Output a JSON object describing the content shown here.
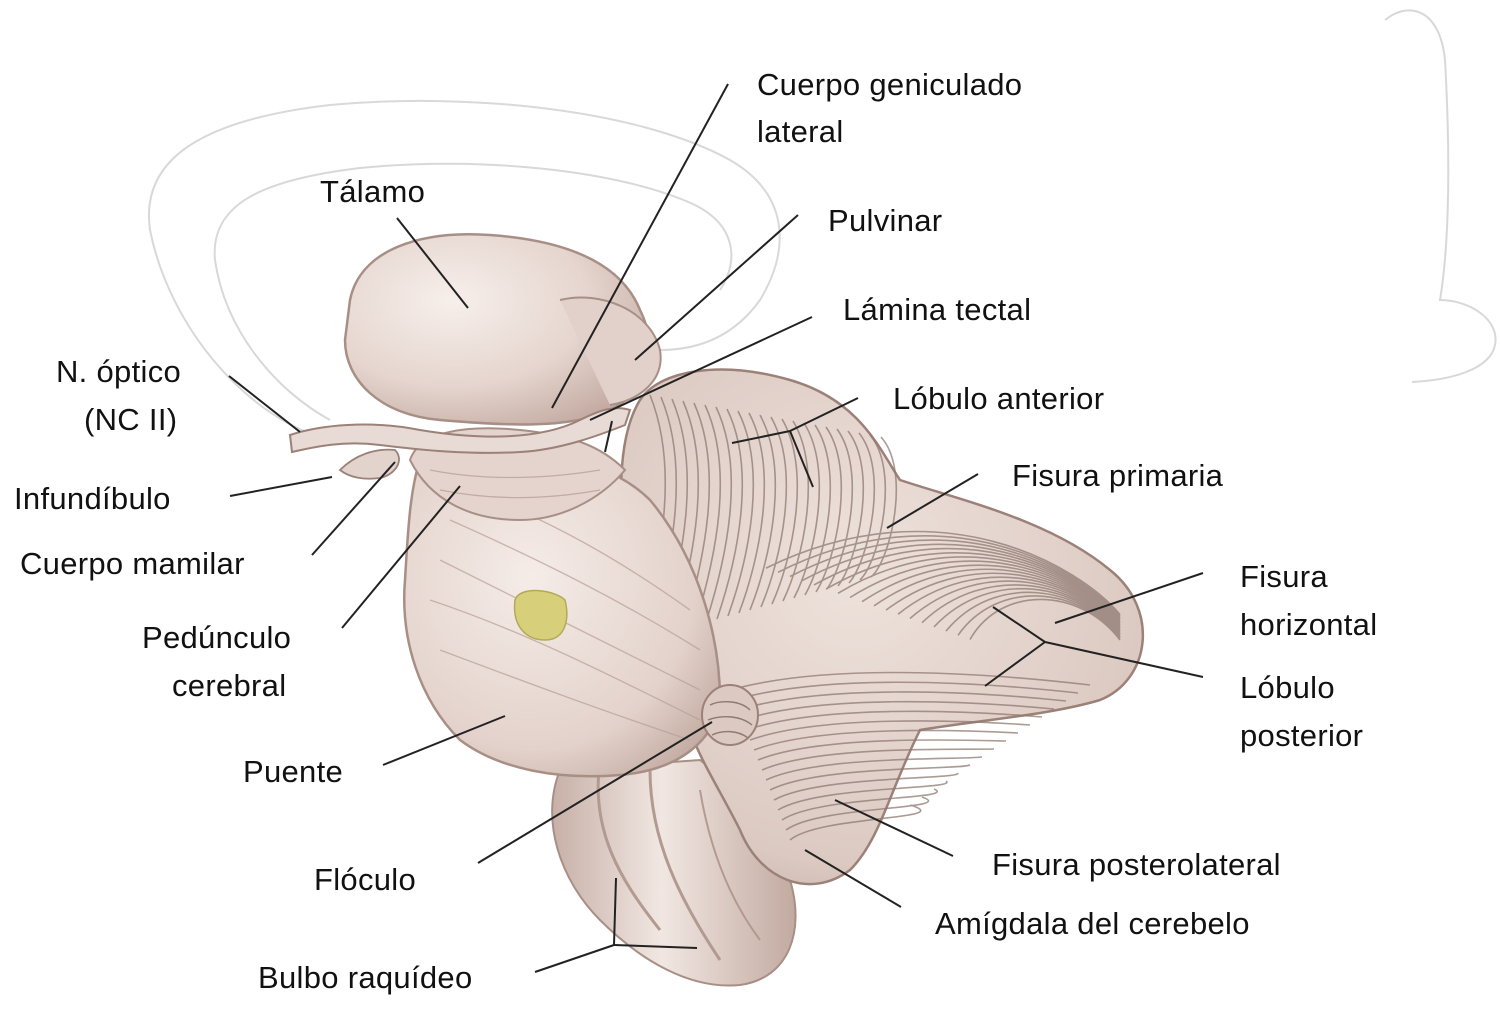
{
  "labels": {
    "cuerpo_geniculado_line1": "Cuerpo geniculado",
    "cuerpo_geniculado_line2": "lateral",
    "talamo": "Tálamo",
    "pulvinar": "Pulvinar",
    "lamina_tectal": "Lámina tectal",
    "n_optico_line1": "N. óptico",
    "n_optico_line2": "(NC II)",
    "lobulo_anterior": "Lóbulo anterior",
    "infundibulo": "Infundíbulo",
    "fisura_primaria": "Fisura primaria",
    "cuerpo_mamilar": "Cuerpo mamilar",
    "fisura_horizontal_line1": "Fisura",
    "fisura_horizontal_line2": "horizontal",
    "pedunculo_line1": "Pedúnculo",
    "pedunculo_line2": "cerebral",
    "lobulo_posterior_line1": "Lóbulo",
    "lobulo_posterior_line2": "posterior",
    "puente": "Puente",
    "fisura_posterolateral": "Fisura posterolateral",
    "floculo": "Flóculo",
    "amigdala": "Amígdala del cerebelo",
    "bulbo_raquideo": "Bulbo raquídeo"
  },
  "colors": {
    "tissue": "#eadcd6",
    "tissue_shade": "#c9b3aa",
    "tissue_dark": "#9c8178",
    "folia_line": "#8f7a72",
    "leader_line": "#222222",
    "nucleus": "#d8cf7a"
  }
}
